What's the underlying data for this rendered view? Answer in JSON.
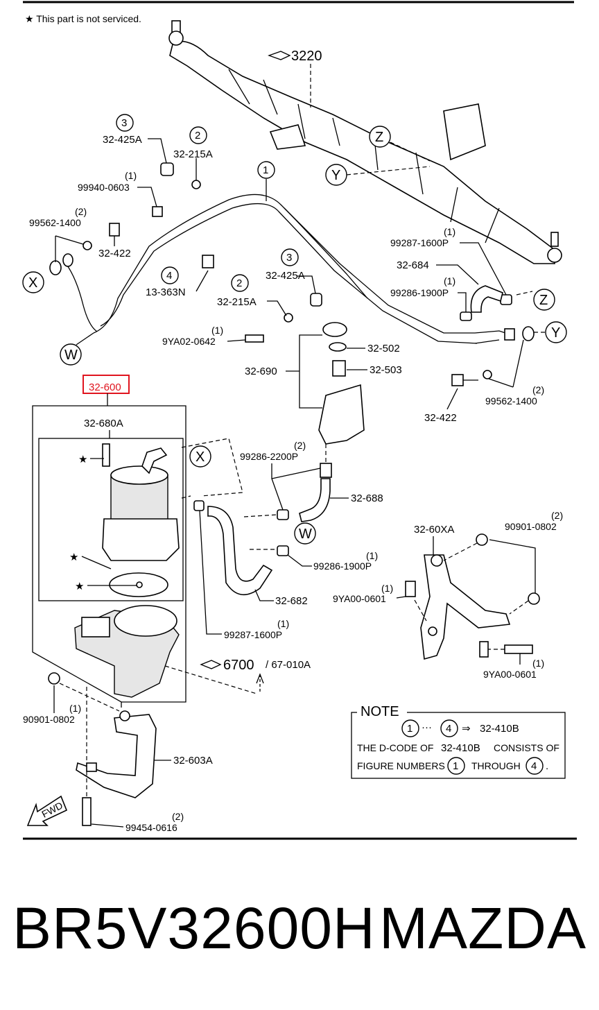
{
  "note_top": "★ This part is not serviced.",
  "callouts": {
    "steering_gear": "3220",
    "wiring_ref": "6700",
    "wiring_ref_2": "/ 67-010A",
    "highlighted": "32-600"
  },
  "labels": {
    "p32_425A_a": "32-425A",
    "p32_215A_a": "32-215A",
    "p99940_0603": "99940-0603",
    "p99562_1400_a": "99562-1400",
    "p32_422_a": "32-422",
    "p13_363N": "13-363N",
    "p32_425A_b": "32-425A",
    "p32_215A_b": "32-215A",
    "p9YA02_0642": "9YA02-0642",
    "p99287_1600P_a": "99287-1600P",
    "p32_684": "32-684",
    "p99286_1900P_a": "99286-1900P",
    "p32_502": "32-502",
    "p32_503": "32-503",
    "p32_690": "32-690",
    "p32_422_b": "32-422",
    "p99562_1400_b": "99562-1400",
    "p32_680A": "32-680A",
    "p99286_2200P": "99286-2200P",
    "p32_688": "32-688",
    "p32_60XA": "32-60XA",
    "p90901_0802_a": "90901-0802",
    "p99286_1900P_b": "99286-1900P",
    "p32_682": "32-682",
    "p9YA00_0601_a": "9YA00-0601",
    "p99287_1600P_b": "99287-1600P",
    "p9YA00_0601_b": "9YA00-0601",
    "p90901_0802_b": "90901-0802",
    "p32_603A": "32-603A",
    "p99454_0616": "99454-0616"
  },
  "quantities": {
    "q1": "(1)",
    "q2": "(2)"
  },
  "circle_numbers": [
    "1",
    "2",
    "3",
    "4"
  ],
  "circle_letters": [
    "X",
    "Y",
    "Z",
    "W"
  ],
  "star": "★",
  "fwd": "FWD",
  "note": {
    "title": "NOTE",
    "dots": "···",
    "arrow": "⇒",
    "code": "32-410B",
    "line2_a": "THE D-CODE OF",
    "line2_b": "32-410B",
    "line2_c": "CONSISTS OF",
    "line3_a": "FIGURE NUMBERS",
    "line3_b": "THROUGH",
    "period": "."
  },
  "footer": {
    "part_number": "BR5V32600H",
    "brand": "MAZDA"
  },
  "colors": {
    "highlight": "#e0141e",
    "ink": "#000000"
  }
}
